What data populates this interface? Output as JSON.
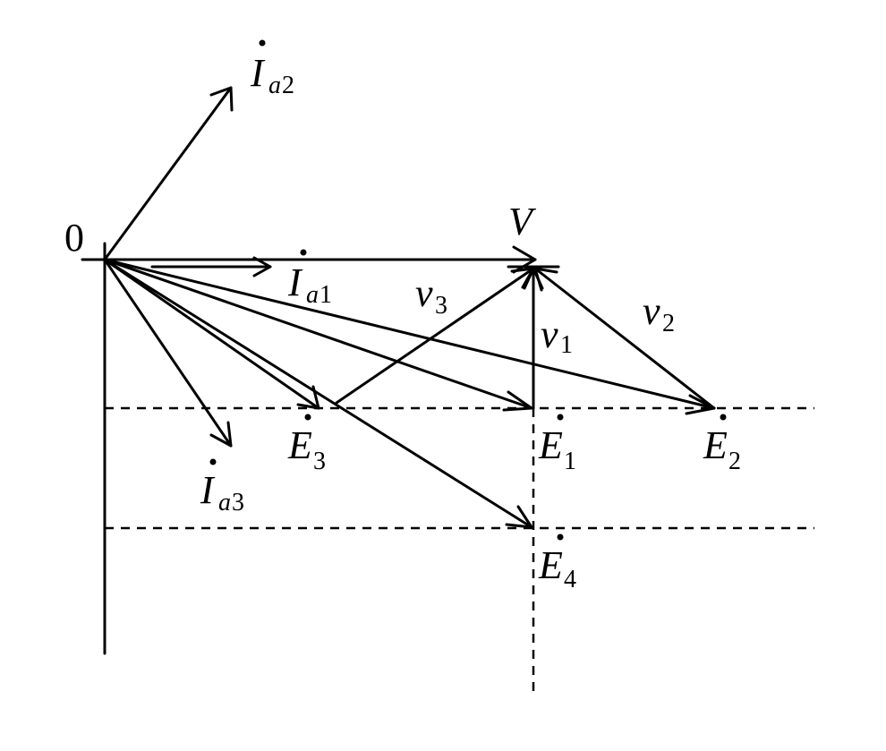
{
  "origin_label": "0",
  "labels": {
    "V": "V",
    "Ia1": {
      "main": "I",
      "sub_letter": "a",
      "sub_num": "1"
    },
    "Ia2": {
      "main": "I",
      "sub_letter": "a",
      "sub_num": "2"
    },
    "Ia3": {
      "main": "I",
      "sub_letter": "a",
      "sub_num": "3"
    },
    "E1": {
      "main": "E",
      "sub": "1"
    },
    "E2": {
      "main": "E",
      "sub": "2"
    },
    "E3": {
      "main": "E",
      "sub": "3"
    },
    "E4": {
      "main": "E",
      "sub": "4"
    },
    "v1": {
      "main": "v",
      "sub": "1"
    },
    "v2": {
      "main": "v",
      "sub": "2"
    },
    "v3": {
      "main": "v",
      "sub": "3"
    }
  }
}
